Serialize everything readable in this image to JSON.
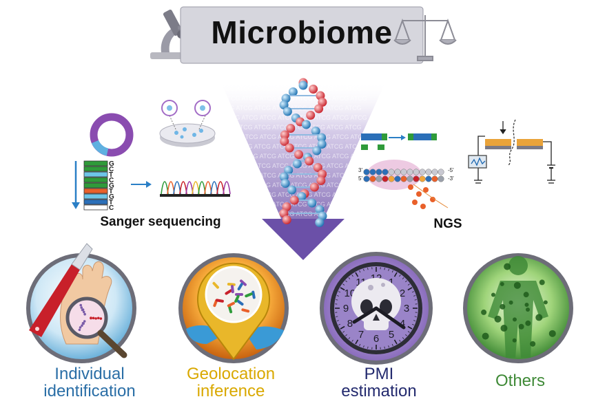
{
  "title": "Microbiome",
  "methods": {
    "sanger": {
      "label": "Sanger sequencing",
      "bases": [
        "G",
        "C",
        "T",
        "C",
        "G",
        "T",
        "G",
        "T",
        "C"
      ]
    },
    "ngs": {
      "label": "NGS",
      "strand_labels": [
        "3'",
        "5'",
        "-5'",
        "-3'"
      ]
    }
  },
  "dna_text": "ATCG",
  "applications": [
    {
      "line1": "Individual",
      "line2": "identification"
    },
    {
      "line1": "Geolocation",
      "line2": "inference"
    },
    {
      "line1": "PMI",
      "line2": "estimation"
    },
    {
      "line1": "Others",
      "line2": ""
    }
  ],
  "clock_numbers": [
    "12",
    "1",
    "2",
    "3",
    "4",
    "5",
    "6",
    "7",
    "8",
    "9",
    "10",
    "11"
  ],
  "colors": {
    "title_text": "#111111",
    "individual": "#2a6ea6",
    "geolocation": "#d9a800",
    "pmi": "#232a6e",
    "others": "#3f8a37",
    "funnel": "#7e63b5"
  },
  "icons": [
    "microscope-icon",
    "balance-scale-icon",
    "knife-icon",
    "magnifier-icon",
    "map-pin-icon",
    "clock-icon",
    "skull-icon",
    "human-silhouette-icon"
  ]
}
